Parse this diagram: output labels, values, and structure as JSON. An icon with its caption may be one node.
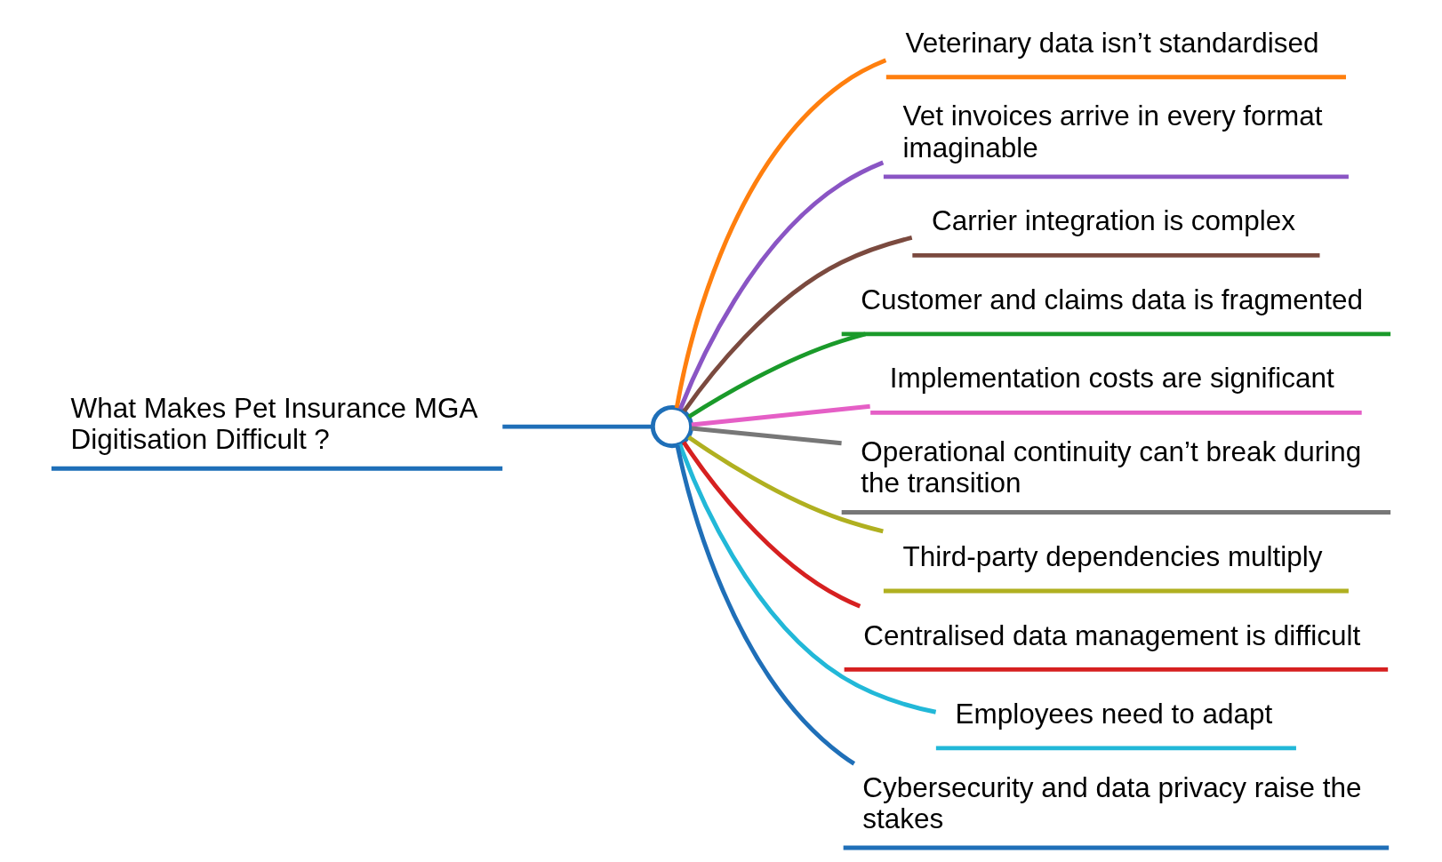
{
  "diagram": {
    "nodes": [
      {
        "text": [
          "What Makes Pet Insurance MGA Digitisation Difficult ?"
        ]
      },
      {
        "text": [],
        "shape": "circle"
      },
      {
        "text": [
          "Veterinary data isn’t standardised"
        ]
      },
      {
        "text": [
          "Vet invoices arrive in every format imaginable"
        ]
      },
      {
        "text": [
          "Carrier integration is complex"
        ]
      },
      {
        "text": [
          "Customer and claims data is fragmented"
        ]
      },
      {
        "text": [
          "Implementation costs are significant"
        ]
      },
      {
        "text": [
          "Operational continuity can’t break during the transition"
        ]
      },
      {
        "text": [
          "Third-party dependencies multiply"
        ]
      },
      {
        "text": [
          "Centralised data management is difficult"
        ]
      },
      {
        "text": [
          "Employees need to adapt"
        ]
      },
      {
        "text": [
          "Cybersecurity and data privacy raise the stakes"
        ]
      }
    ],
    "edges": [
      {
        "from": 0,
        "to": 1,
        "arrow": "none",
        "color": "#1f6fb8"
      },
      {
        "from": 1,
        "to": 2,
        "arrow": "none",
        "color": "#ff7f0e"
      },
      {
        "from": 1,
        "to": 3,
        "arrow": "none",
        "color": "#8a55c4"
      },
      {
        "from": 1,
        "to": 4,
        "arrow": "none",
        "color": "#7b4a3f"
      },
      {
        "from": 1,
        "to": 5,
        "arrow": "none",
        "color": "#1a9a2a"
      },
      {
        "from": 1,
        "to": 6,
        "arrow": "none",
        "color": "#e55fc6"
      },
      {
        "from": 1,
        "to": 7,
        "arrow": "none",
        "color": "#777777"
      },
      {
        "from": 1,
        "to": 8,
        "arrow": "none",
        "color": "#b0b020"
      },
      {
        "from": 1,
        "to": 9,
        "arrow": "none",
        "color": "#d62020"
      },
      {
        "from": 1,
        "to": 10,
        "arrow": "none",
        "color": "#22b8d8"
      },
      {
        "from": 1,
        "to": 11,
        "arrow": "none",
        "color": "#1f6fb8"
      }
    ]
  }
}
